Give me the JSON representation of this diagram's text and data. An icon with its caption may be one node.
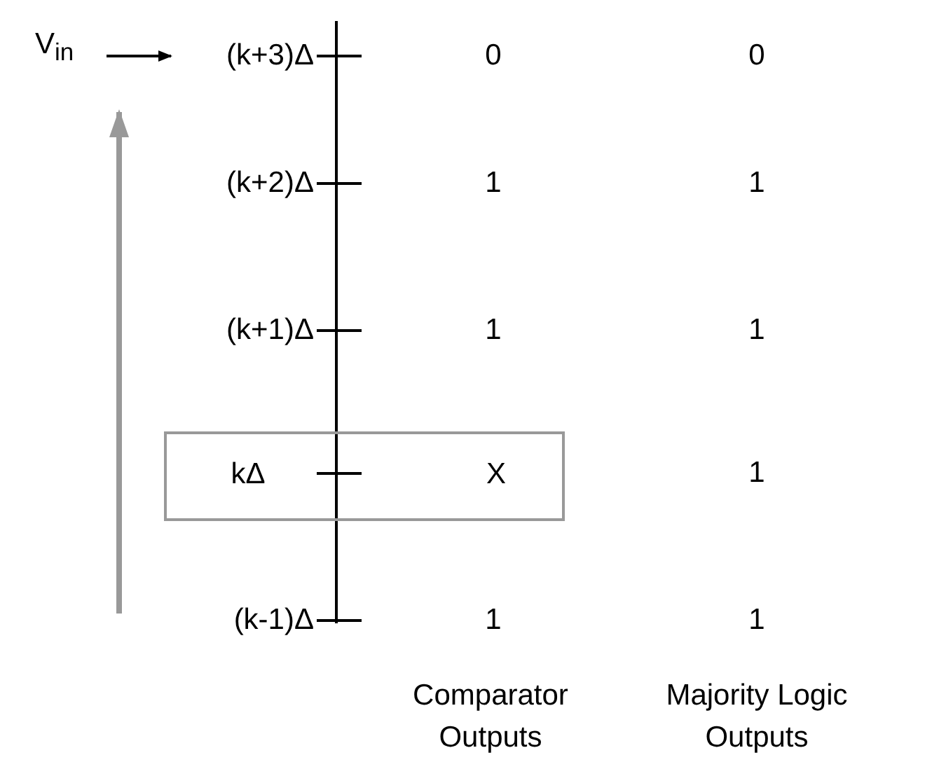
{
  "diagram": {
    "nodes": [
      {
        "text": [
          "kΔ",
          "X"
        ]
      }
    ],
    "labels": [
      "V$_{in}$",
      "(k+3)Δ",
      "0",
      "0",
      "(k+2)Δ",
      "1",
      "1",
      "(k+1)Δ",
      "1",
      "1",
      "1",
      "(k-1)Δ",
      "1",
      "1",
      "Comparator Outputs",
      "Majority Logic Outputs"
    ]
  }
}
